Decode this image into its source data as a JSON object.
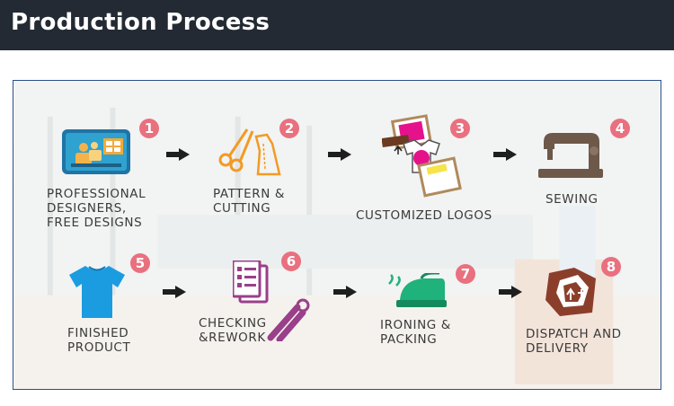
{
  "header": {
    "title": "Production Process"
  },
  "steps": [
    {
      "number": "1",
      "label_lines": [
        "PROFESSIONAL",
        "DESIGNERS,",
        "FREE DESIGNS"
      ],
      "icon": "designers-icon"
    },
    {
      "number": "2",
      "label_lines": [
        "PATTERN &",
        "CUTTING"
      ],
      "icon": "scissors-pattern-icon"
    },
    {
      "number": "3",
      "label_lines": [
        "CUSTOMIZED LOGOS"
      ],
      "icon": "logo-icon"
    },
    {
      "number": "4",
      "label_lines": [
        "SEWING"
      ],
      "icon": "sewing-machine-icon"
    },
    {
      "number": "5",
      "label_lines": [
        "FINISHED",
        "PRODUCT"
      ],
      "icon": "tshirt-icon"
    },
    {
      "number": "6",
      "label_lines": [
        "CHECKING",
        "&REWORK"
      ],
      "icon": "checklist-icon"
    },
    {
      "number": "7",
      "label_lines": [
        "IRONING &",
        "PACKING"
      ],
      "icon": "iron-icon"
    },
    {
      "number": "8",
      "label_lines": [
        "DISPATCH AND",
        "DELIVERY"
      ],
      "icon": "box-icon"
    }
  ],
  "colors": {
    "header_bg": "#232a33",
    "badge": "#e9707f",
    "arrow": "#1e1e1e",
    "panel_border": "#2a4f86"
  }
}
